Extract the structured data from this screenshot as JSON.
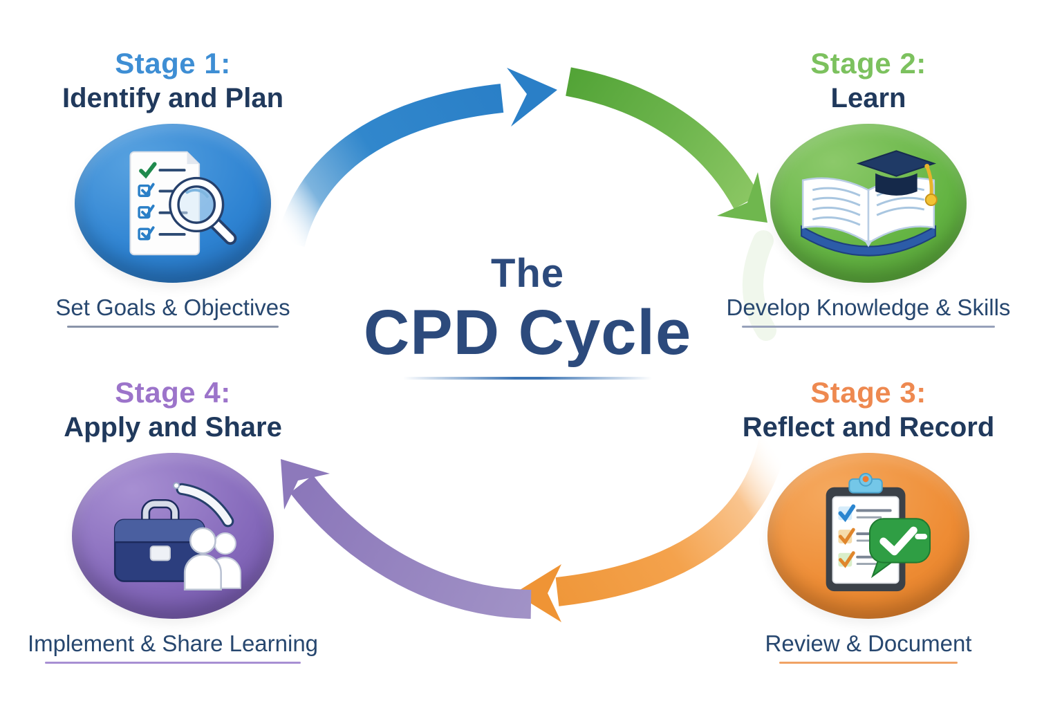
{
  "title": {
    "line1": "The",
    "line2": "CPD Cycle",
    "color": "#2c4a7c"
  },
  "stages": [
    {
      "label": "Stage 1:",
      "name": "Identify and Plan",
      "subtitle": "Set Goals & Objectives",
      "accent": "#3e8ed4",
      "oval_color": "#2e83d2",
      "icon": "checklist-magnifier-icon"
    },
    {
      "label": "Stage 2:",
      "name": "Learn",
      "subtitle": "Develop Knowledge & Skills",
      "accent": "#7cc15e",
      "oval_color": "#64b443",
      "icon": "open-book-graduation-cap-icon"
    },
    {
      "label": "Stage 3:",
      "name": "Reflect and Record",
      "subtitle": "Review & Document",
      "accent": "#ee8950",
      "oval_color": "#ee8c34",
      "icon": "clipboard-checkmark-bubble-icon"
    },
    {
      "label": "Stage 4:",
      "name": "Apply and Share",
      "subtitle": "Implement & Share Learning",
      "accent": "#9c74ca",
      "oval_color": "#8468ba",
      "icon": "briefcase-people-arrow-icon"
    }
  ],
  "arrows": [
    {
      "from": "stage-1",
      "to": "stage-2",
      "segment_colors": [
        "#2a81c8",
        "#6cb44c"
      ]
    },
    {
      "from": "stage-3",
      "to": "stage-4",
      "segment_colors": [
        "#f09a3c",
        "#8d79bb"
      ]
    }
  ]
}
